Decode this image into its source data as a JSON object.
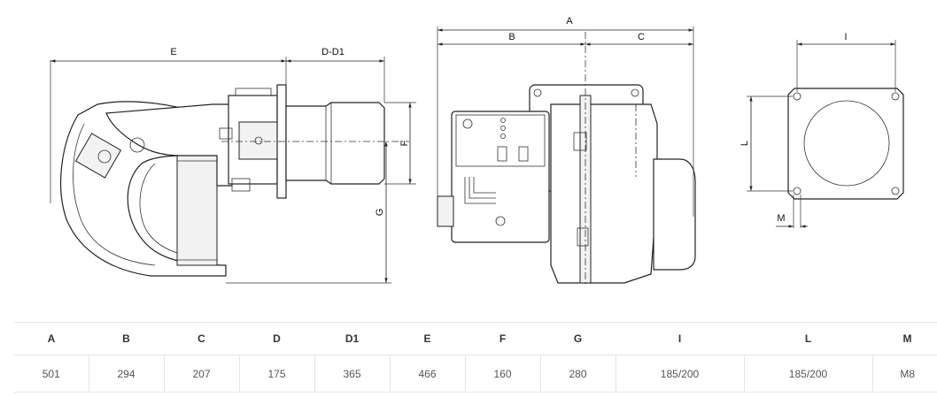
{
  "drawing": {
    "labels": {
      "A": "A",
      "B": "B",
      "C": "C",
      "D_D1": "D-D1",
      "E": "E",
      "F": "F",
      "G": "G",
      "I": "I",
      "L": "L",
      "M": "M"
    }
  },
  "table": {
    "headers": [
      "A",
      "B",
      "C",
      "D",
      "D1",
      "E",
      "F",
      "G",
      "I",
      "L",
      "M"
    ],
    "values": [
      "501",
      "294",
      "207",
      "175",
      "365",
      "466",
      "160",
      "280",
      "185/200",
      "185/200",
      "M8"
    ]
  }
}
